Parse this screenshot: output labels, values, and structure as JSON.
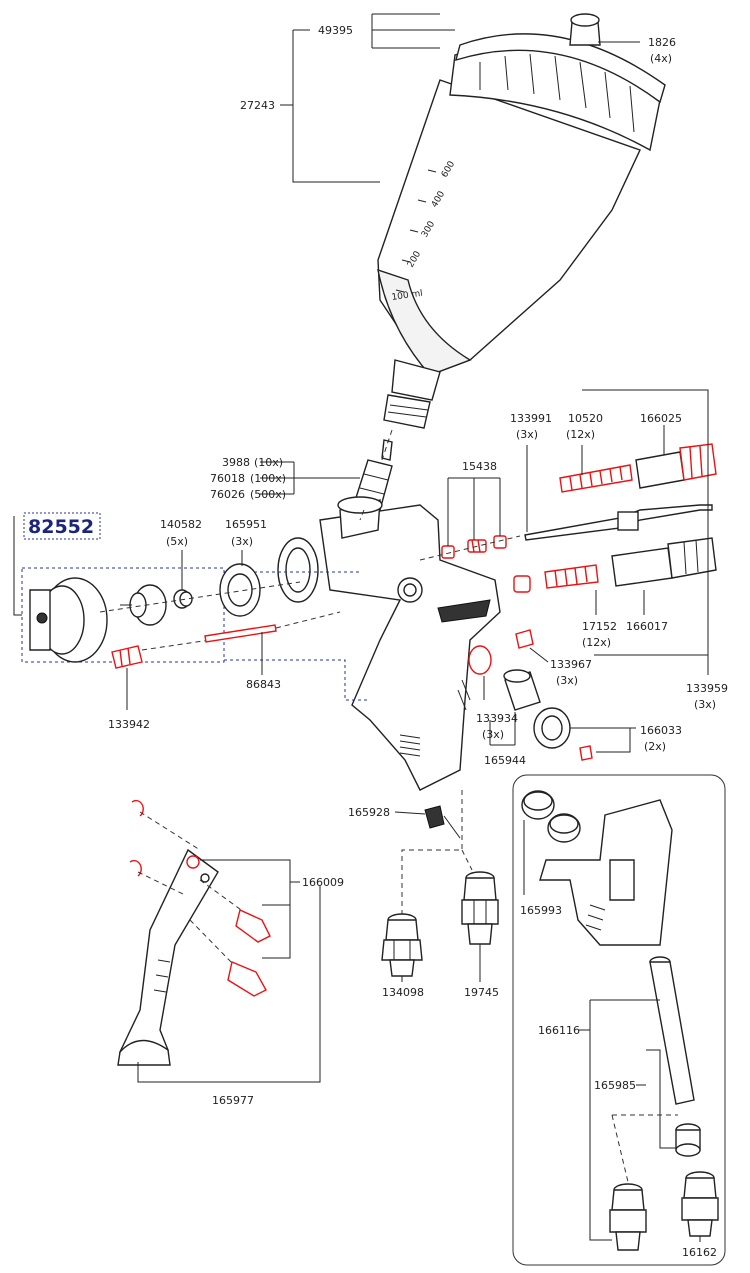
{
  "kit": {
    "number": "82552"
  },
  "parts": {
    "p49395": {
      "number": "49395"
    },
    "p1826": {
      "number": "1826",
      "qty": "(4x)"
    },
    "p27243": {
      "number": "27243"
    },
    "p3988": {
      "number": "3988",
      "qty": "(10x)"
    },
    "p76018": {
      "number": "76018",
      "qty": "(100x)"
    },
    "p76026": {
      "number": "76026",
      "qty": "(500x)"
    },
    "p133991": {
      "number": "133991",
      "qty": "(3x)"
    },
    "p10520": {
      "number": "10520",
      "qty": "(12x)"
    },
    "p166025": {
      "number": "166025"
    },
    "p15438": {
      "number": "15438"
    },
    "p140582": {
      "number": "140582",
      "qty": "(5x)"
    },
    "p165951": {
      "number": "165951",
      "qty": "(3x)"
    },
    "p17152": {
      "number": "17152",
      "qty": "(12x)"
    },
    "p166017": {
      "number": "166017"
    },
    "p86843": {
      "number": "86843"
    },
    "p133942": {
      "number": "133942"
    },
    "p133967": {
      "number": "133967",
      "qty": "(3x)"
    },
    "p133959": {
      "number": "133959",
      "qty": "(3x)"
    },
    "p133934": {
      "number": "133934",
      "qty": "(3x)"
    },
    "p165944": {
      "number": "165944"
    },
    "p166033": {
      "number": "166033",
      "qty": "(2x)"
    },
    "p165928": {
      "number": "165928"
    },
    "p166009": {
      "number": "166009"
    },
    "p165993": {
      "number": "165993"
    },
    "p134098": {
      "number": "134098"
    },
    "p19745": {
      "number": "19745"
    },
    "p166116": {
      "number": "166116"
    },
    "p165985": {
      "number": "165985"
    },
    "p165977": {
      "number": "165977"
    },
    "p16162": {
      "number": "16162"
    }
  },
  "cup_scale": {
    "s600": "600",
    "s400": "400",
    "s300": "300",
    "s200": "200",
    "s100": "100 ml"
  },
  "colors": {
    "wear_part": "#e11111",
    "kit_label": "#1a237e",
    "kit_outline": "#2233aa"
  }
}
